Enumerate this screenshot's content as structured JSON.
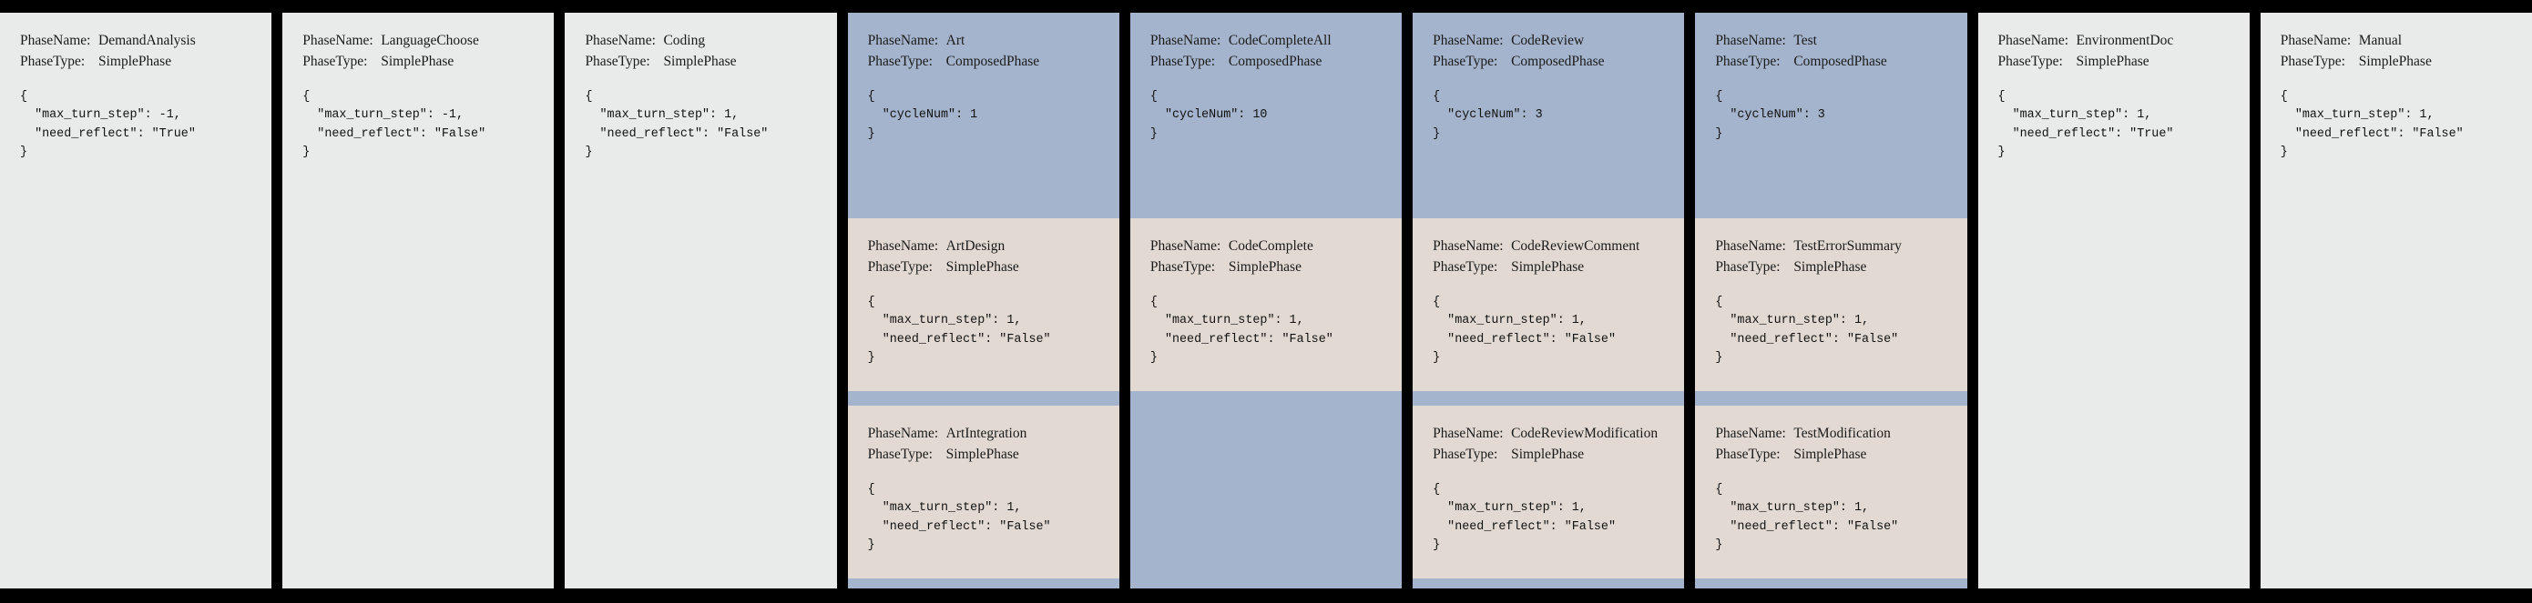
{
  "labels": {
    "phase_name_key": "PhaseName:",
    "phase_type_key": "PhaseType:"
  },
  "colors": {
    "background": "#000000",
    "simple_phase_bg": "#e8ebea",
    "composed_header_bg": "#a4b4cd",
    "sub_phase_bg": "#e2dad2",
    "text": "#1a1a1a"
  },
  "columns": [
    {
      "id": "demand-analysis",
      "kind": "simple",
      "name": "DemandAnalysis",
      "type": "SimplePhase",
      "config": "{\n  \"max_turn_step\": -1,\n  \"need_reflect\": \"True\"\n}",
      "subphases": []
    },
    {
      "id": "language-choose",
      "kind": "simple",
      "name": "LanguageChoose",
      "type": "SimplePhase",
      "config": "{\n  \"max_turn_step\": -1,\n  \"need_reflect\": \"False\"\n}",
      "subphases": []
    },
    {
      "id": "coding",
      "kind": "simple",
      "name": "Coding",
      "type": "SimplePhase",
      "config": "{\n  \"max_turn_step\": 1,\n  \"need_reflect\": \"False\"\n}",
      "subphases": []
    },
    {
      "id": "art",
      "kind": "composed",
      "name": "Art",
      "type": "ComposedPhase",
      "config": "{\n  \"cycleNum\": 1\n}",
      "subphases": [
        {
          "id": "art-design",
          "name": "ArtDesign",
          "type": "SimplePhase",
          "config": "{\n  \"max_turn_step\": 1,\n  \"need_reflect\": \"False\"\n}"
        },
        {
          "id": "art-integration",
          "name": "ArtIntegration",
          "type": "SimplePhase",
          "config": "{\n  \"max_turn_step\": 1,\n  \"need_reflect\": \"False\"\n}"
        }
      ]
    },
    {
      "id": "code-complete-all",
      "kind": "composed",
      "name": "CodeCompleteAll",
      "type": "ComposedPhase",
      "config": "{\n  \"cycleNum\": 10\n}",
      "subphases": [
        {
          "id": "code-complete",
          "name": "CodeComplete",
          "type": "SimplePhase",
          "config": "{\n  \"max_turn_step\": 1,\n  \"need_reflect\": \"False\"\n}"
        }
      ]
    },
    {
      "id": "code-review",
      "kind": "composed",
      "name": "CodeReview",
      "type": "ComposedPhase",
      "config": "{\n  \"cycleNum\": 3\n}",
      "subphases": [
        {
          "id": "code-review-comment",
          "name": "CodeReviewComment",
          "type": "SimplePhase",
          "config": "{\n  \"max_turn_step\": 1,\n  \"need_reflect\": \"False\"\n}"
        },
        {
          "id": "code-review-modification",
          "name": "CodeReviewModification",
          "type": "SimplePhase",
          "config": "{\n  \"max_turn_step\": 1,\n  \"need_reflect\": \"False\"\n}"
        }
      ]
    },
    {
      "id": "test",
      "kind": "composed",
      "name": "Test",
      "type": "ComposedPhase",
      "config": "{\n  \"cycleNum\": 3\n}",
      "subphases": [
        {
          "id": "test-error-summary",
          "name": "TestErrorSummary",
          "type": "SimplePhase",
          "config": "{\n  \"max_turn_step\": 1,\n  \"need_reflect\": \"False\"\n}"
        },
        {
          "id": "test-modification",
          "name": "TestModification",
          "type": "SimplePhase",
          "config": "{\n  \"max_turn_step\": 1,\n  \"need_reflect\": \"False\"\n}"
        }
      ]
    },
    {
      "id": "environment-doc",
      "kind": "simple",
      "name": "EnvironmentDoc",
      "type": "SimplePhase",
      "config": "{\n  \"max_turn_step\": 1,\n  \"need_reflect\": \"True\"\n}",
      "subphases": []
    },
    {
      "id": "manual",
      "kind": "simple",
      "name": "Manual",
      "type": "SimplePhase",
      "config": "{\n  \"max_turn_step\": 1,\n  \"need_reflect\": \"False\"\n}",
      "subphases": []
    }
  ]
}
